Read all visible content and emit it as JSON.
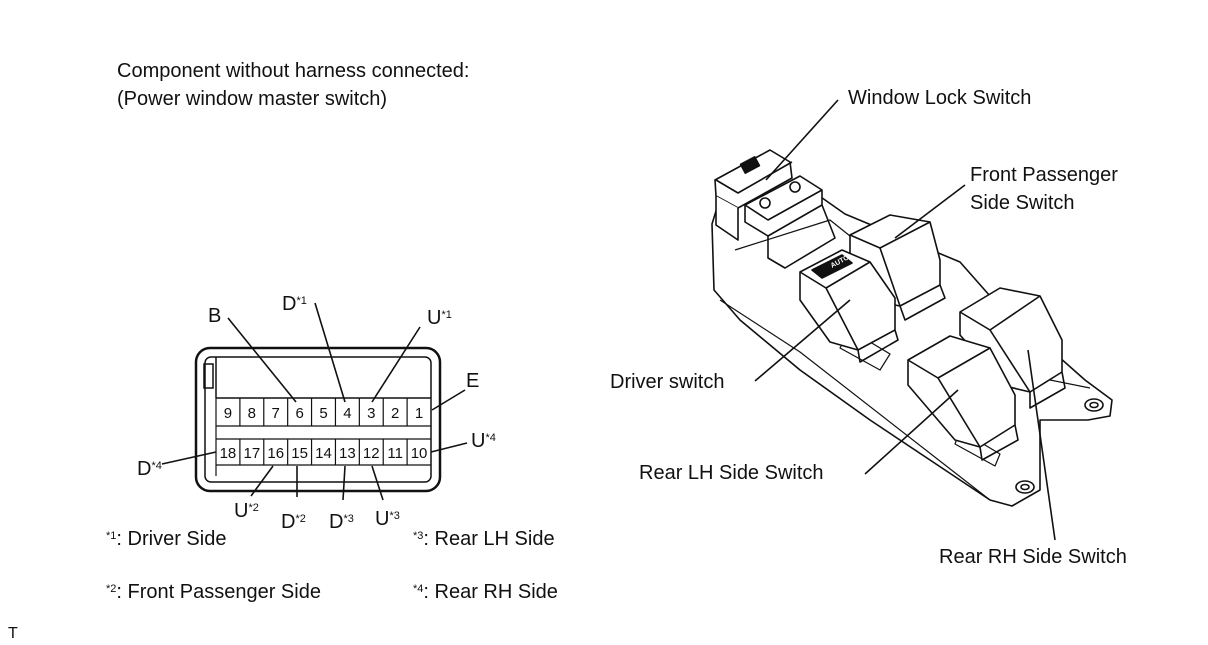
{
  "title_line1": "Component without harness connected:",
  "title_line2": "(Power window master switch)",
  "connector": {
    "top_row": [
      "9",
      "8",
      "7",
      "6",
      "5",
      "4",
      "3",
      "2",
      "1"
    ],
    "bottom_row": [
      "18",
      "17",
      "16",
      "15",
      "14",
      "13",
      "12",
      "11",
      "10"
    ]
  },
  "terminal_labels": {
    "b": "B",
    "e": "E",
    "d1": {
      "base": "D",
      "sup": "*1"
    },
    "u1": {
      "base": "U",
      "sup": "*1"
    },
    "u4": {
      "base": "U",
      "sup": "*4"
    },
    "d4": {
      "base": "D",
      "sup": "*4"
    },
    "u2": {
      "base": "U",
      "sup": "*2"
    },
    "d2": {
      "base": "D",
      "sup": "*2"
    },
    "d3": {
      "base": "D",
      "sup": "*3"
    },
    "u3": {
      "base": "U",
      "sup": "*3"
    }
  },
  "footnotes": {
    "n1": {
      "mark": "*1",
      "text": ": Driver Side"
    },
    "n2": {
      "mark": "*2",
      "text": ": Front Passenger  Side"
    },
    "n3": {
      "mark": "*3",
      "text": ": Rear LH Side"
    },
    "n4": {
      "mark": "*4",
      "text": ": Rear RH Side"
    }
  },
  "callouts": {
    "window_lock": "Window Lock Switch",
    "front_passenger_1": "Front Passenger",
    "front_passenger_2": "Side Switch",
    "driver": "Driver switch",
    "rear_lh": "Rear LH Side Switch",
    "rear_rh": "Rear RH Side Switch"
  },
  "switch_tags": {
    "auto": "AUTO"
  },
  "corner_mark": "T"
}
